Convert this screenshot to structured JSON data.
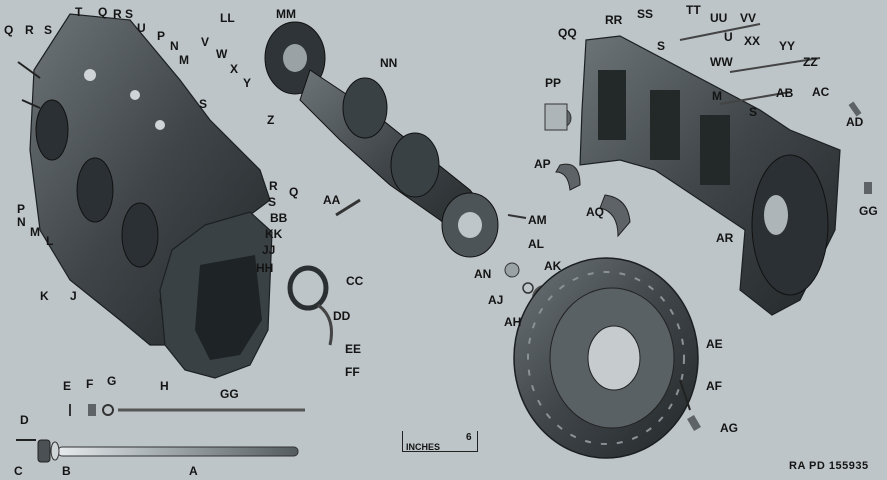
{
  "plate_number": "RA PD 155935",
  "scale_bar": {
    "word": "INCHES",
    "value": "6"
  },
  "labels": {
    "Q1": "Q",
    "R1": "R",
    "S1": "S",
    "T": "T",
    "Q2": "Q",
    "R2": "R",
    "S2": "S",
    "U1": "U",
    "P1": "P",
    "N1": "N",
    "M1": "M",
    "V": "V",
    "W": "W",
    "X": "X",
    "Y": "Y",
    "Z": "Z",
    "S3": "S",
    "R3": "R",
    "Q3": "Q",
    "S4": "S",
    "BB": "BB",
    "KK": "KK",
    "JJ": "JJ",
    "HH": "HH",
    "P2": "P",
    "N2": "N",
    "M2": "M",
    "L": "L",
    "K": "K",
    "J": "J",
    "GG1": "GG",
    "E": "E",
    "F": "F",
    "G": "G",
    "H": "H",
    "D": "D",
    "C": "C",
    "B": "B",
    "A": "A",
    "LL": "LL",
    "MM": "MM",
    "NN": "NN",
    "AA": "AA",
    "CC": "CC",
    "DD": "DD",
    "EE": "EE",
    "FF": "FF",
    "AM": "AM",
    "AL": "AL",
    "AN": "AN",
    "AK": "AK",
    "AJ": "AJ",
    "AH": "AH",
    "AE": "AE",
    "AF": "AF",
    "AG": "AG",
    "PP": "PP",
    "QQ": "QQ",
    "RR": "RR",
    "SS": "SS",
    "TT": "TT",
    "UU": "UU",
    "VV": "VV",
    "U2": "U",
    "XX": "XX",
    "YY": "YY",
    "ZZ": "ZZ",
    "S5": "S",
    "WW": "WW",
    "M3": "M",
    "AB": "AB",
    "S6": "S",
    "AC": "AC",
    "AD": "AD",
    "AP": "AP",
    "AQ": "AQ",
    "AR": "AR",
    "GG2": "GG"
  }
}
